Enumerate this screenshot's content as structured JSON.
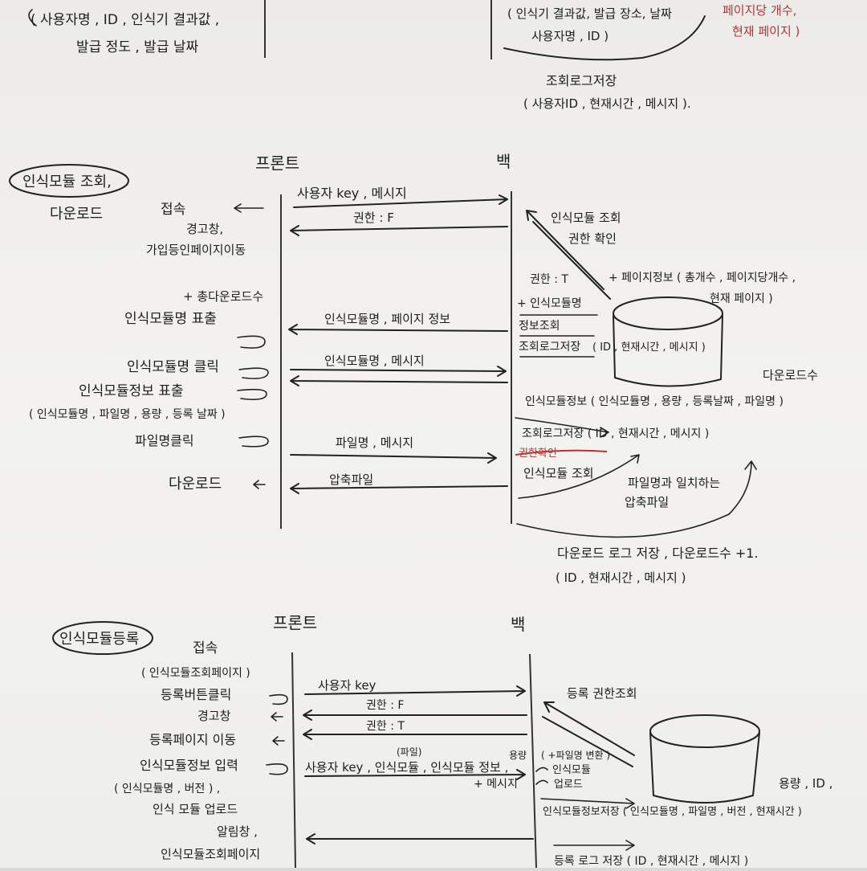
{
  "top": {
    "left_note": [
      "( 사용자명 , ID , 인식기 결과값 ,",
      "발급 정도 , 발급 날짜"
    ],
    "right_note": [
      "( 인식기 결과값, 발급 장소, 날짜",
      "사용자명 , ID )"
    ],
    "red_note": [
      "페이지당 개수,",
      "현재 페이지 )"
    ],
    "log": "조회로그저장",
    "log_fields": "( 사용자ID , 현재시간 , 메시지 )."
  },
  "section2": {
    "title": "인식모듈 조회,",
    "subtitle": "다운로드",
    "front": "프론트",
    "back": "백",
    "left_labels": [
      "접속",
      "경고창,",
      "가입등인페이지이동",
      "+ 총다운로드수",
      "인식모듈명 표출",
      "인식모듈명 클릭",
      "인식모듈정보 표출",
      "( 인식모듈명 , 파일명 , 용량 , 등록 날짜 )",
      "파일명클릭",
      "다운로드"
    ],
    "messages": [
      "사용자 key , 메시지",
      "권한 : F",
      "인식모듈명 , 페이지 정보",
      "인식모듈명 , 메시지",
      "파일명 , 메시지",
      "압축파일"
    ],
    "right_labels": [
      "인식모듈 조회",
      "권한 확인",
      "권한 : T",
      "+ 인식모듈명",
      "정보조회",
      "조회로그저장",
      "( ID , 현재시간 , 메시지 )",
      "+ 페이지정보 ( 총개수 , 페이지당개수 ,",
      "현재 페이지 )",
      "다운로드수",
      "인식모듈정보 ( 인식모듈명 , 용량 , 등록날짜 , 파일명 )",
      "조회로그저장 ( ID , 현재시간 , 메시지 )",
      "권한확인",
      "인식모듈 조회",
      "파일명과 일치하는",
      "압축파일",
      "다운로드 로그 저장 , 다운로드수 +1.",
      "( ID , 현재시간 , 메시지 )"
    ]
  },
  "section3": {
    "title": "인식모듈등록",
    "front": "프론트",
    "back": "백",
    "left_labels": [
      "접속",
      "( 인식모듈조회페이지 )",
      "등록버튼클릭",
      "경고창",
      "등록페이지 이동",
      "인식모듈정보 입력",
      "( 인식모듈명 , 버전 ) ,",
      "인식 모듈 업로드",
      "알림창 ,",
      "인식모듈조회페이지"
    ],
    "messages": [
      "사용자 key",
      "권한 : F",
      "권한 : T",
      "사용자 key , 인식모듈 , 인식모듈 정보 ,",
      "(파일)",
      "+ 메시지"
    ],
    "right_labels": [
      "등록 권한조회",
      "용량",
      "( +파일명 변환 )",
      "인식모듈",
      "업로드",
      "용량 , ID ,",
      "인식모듈정보저장 ( 인식모듈명 , 파일명 , 버전 , 현재시간 )",
      "등록 로그 저장 ( ID , 현재시간 , 메시지 )"
    ]
  }
}
